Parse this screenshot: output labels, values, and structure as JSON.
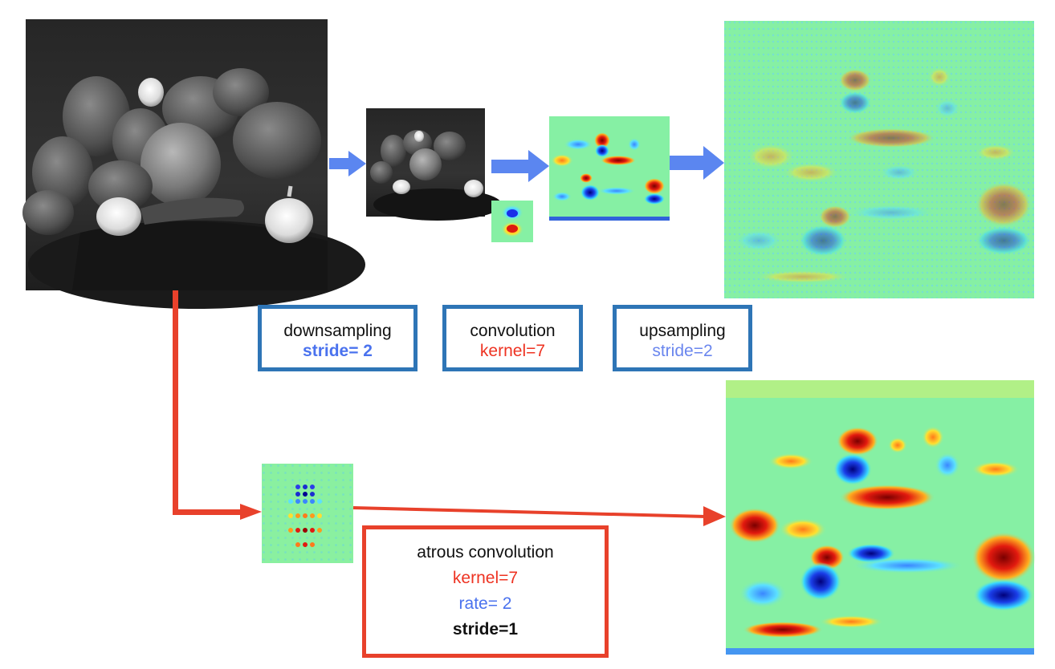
{
  "colors": {
    "flow_arrow": "#5b86f0",
    "atrous_path": "#e8412b",
    "box_blue": "#2e75b6",
    "box_red": "#e8412b",
    "jet_background": "#86f0a4"
  },
  "images": {
    "input": "input-peppers-image",
    "downsampled": "downsampled-peppers-image",
    "kernel": "convolution-kernel-image",
    "conv_output": "convolution-output-image",
    "upsampled_output": "upsampled-output-image",
    "atrous_kernel": "atrous-kernel-image",
    "atrous_output": "atrous-output-image"
  },
  "boxes": {
    "downsampling": {
      "title": "downsampling",
      "param": "stride= 2"
    },
    "convolution": {
      "title": "convolution",
      "param": "kernel=7"
    },
    "upsampling": {
      "title": "upsampling",
      "param": "stride=2"
    },
    "atrous": {
      "title": "atrous convolution",
      "kernel": "kernel=7",
      "rate": "rate= 2",
      "stride": "stride=1"
    }
  }
}
